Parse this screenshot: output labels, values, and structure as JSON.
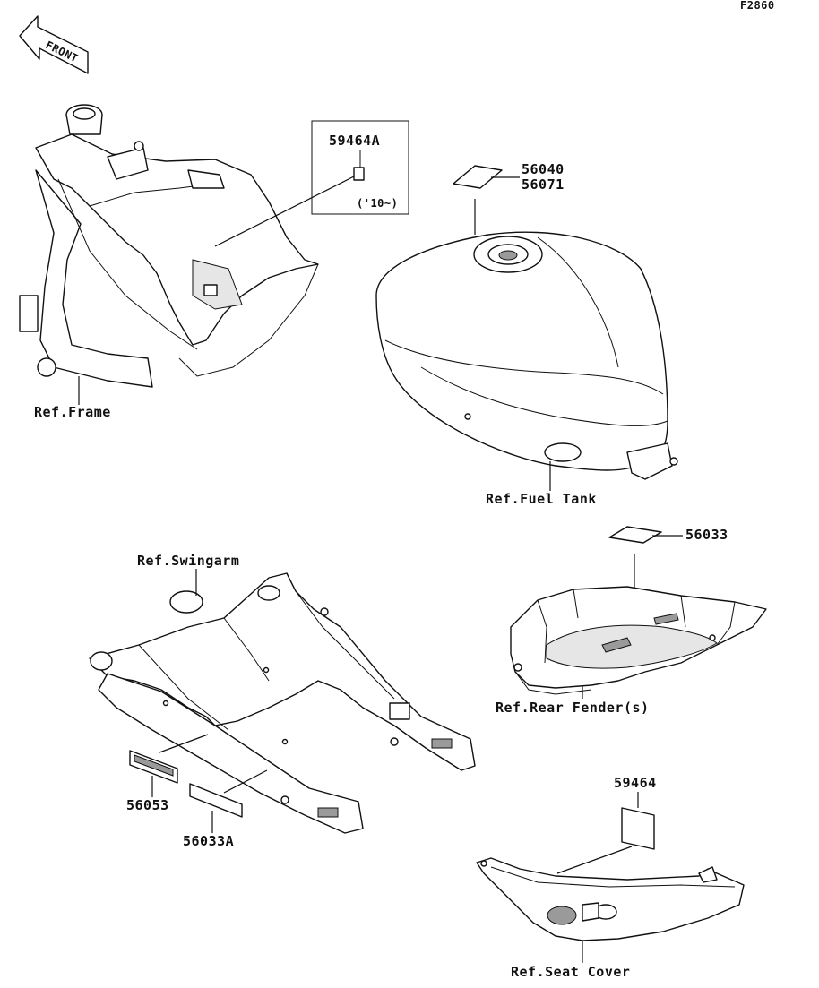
{
  "diagram_id": "F2860",
  "front_label": "FRONT",
  "parts": {
    "p59464A": "59464A",
    "p59464A_note": "('10~)",
    "p56040": "56040",
    "p56071": "56071",
    "p56033": "56033",
    "p56053": "56053",
    "p56033A": "56033A",
    "p59464": "59464"
  },
  "refs": {
    "frame": "Ref.Frame",
    "fuel_tank": "Ref.Fuel Tank",
    "swingarm": "Ref.Swingarm",
    "rear_fender": "Ref.Rear Fender(s)",
    "seat_cover": "Ref.Seat Cover"
  }
}
